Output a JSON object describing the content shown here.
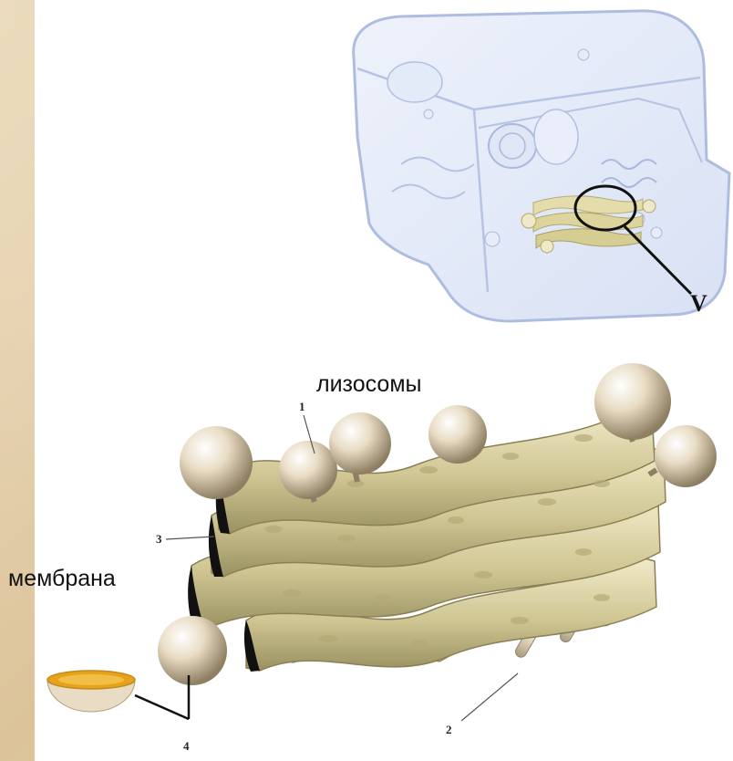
{
  "labels": {
    "lysosomes": "лизосомы",
    "membrane": "мембрана"
  },
  "markers": {
    "m1": "1",
    "m2": "2",
    "m3": "3",
    "m4": "4",
    "mv": "V"
  },
  "colors": {
    "background": "#e6d2ae",
    "cell_outline": "#aebce0",
    "golgi_body": "#d9d2a6",
    "vesicle": "#e8dcc4",
    "half_vesicle_inner": "#e8a21a"
  }
}
